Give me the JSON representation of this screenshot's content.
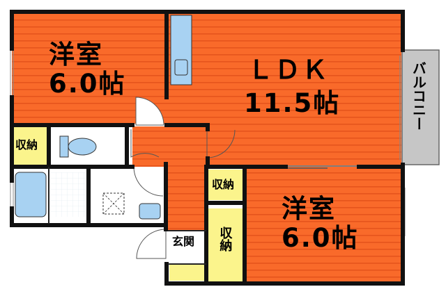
{
  "colors": {
    "room_floor": "#f96a2a",
    "floor_stripe": "#e5541c",
    "storage": "#fbf48c",
    "bath": "#a8d2f2",
    "balcony": "#c6c6c6",
    "wall": "#111111",
    "wet_floor": "#ffffff"
  },
  "rooms": {
    "western_1": {
      "name": "洋室",
      "size": "6.0帖"
    },
    "ldk": {
      "name": "ＬＤＫ",
      "size": "11.5帖"
    },
    "western_2": {
      "name": "洋室",
      "size": "6.0帖"
    }
  },
  "storage_1": "収納",
  "storage_2": "収納",
  "storage_3": "収納",
  "entrance": "玄関",
  "balcony": "バルコニー"
}
